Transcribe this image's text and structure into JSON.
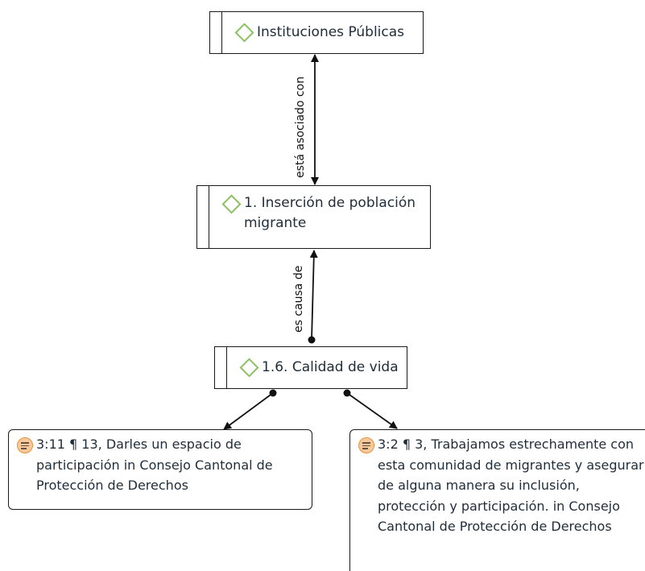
{
  "nodes": {
    "instituciones": {
      "label": "Instituciones Públicas",
      "type": "code"
    },
    "insercion": {
      "label": "1. Inserción de población migrante",
      "type": "code"
    },
    "calidad": {
      "label": "1.6. Calidad de vida",
      "type": "code"
    },
    "quote_left": {
      "label": "3:11 ¶ 13, Darles un espacio de participación in Consejo Cantonal de Protección de Derechos",
      "type": "quotation"
    },
    "quote_right": {
      "label": "3:2 ¶ 3, Trabajamos estrechamente con esta comunidad de migrantes y asegurar de alguna manera su inclusión, protección y participación. in Consejo Cantonal de Protección de Derechos",
      "type": "quotation"
    }
  },
  "edges": [
    {
      "from": "instituciones",
      "to": "insercion",
      "label": "está asociado con",
      "style": "bidirectional-arrow"
    },
    {
      "from": "calidad",
      "to": "insercion",
      "label": "es causa de",
      "style": "dot-to-arrow"
    },
    {
      "from": "calidad",
      "to": "quote_left",
      "label": "",
      "style": "dot-to-arrow"
    },
    {
      "from": "calidad",
      "to": "quote_right",
      "label": "",
      "style": "dot-to-arrow"
    }
  ],
  "icons": {
    "code": "diamond-icon",
    "quotation": "quotation-icon"
  },
  "colors": {
    "code_icon": "#8cc063",
    "quote_icon_fill": "#f7c99b",
    "quote_icon_border": "#e8913b",
    "border": "#1a1a1a"
  }
}
